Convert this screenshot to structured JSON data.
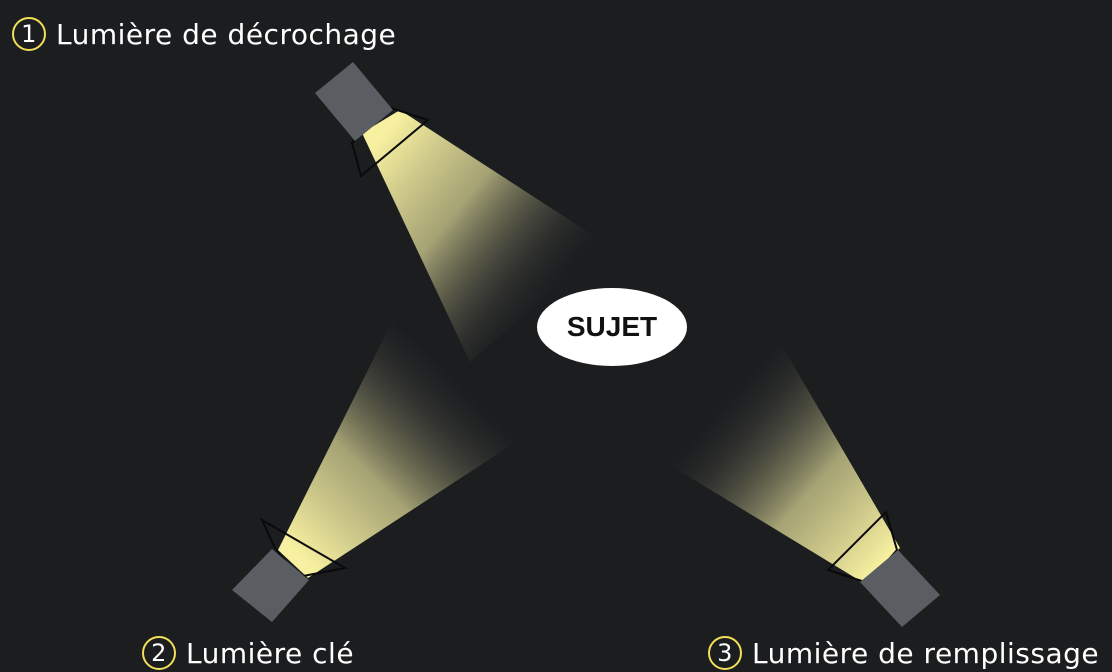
{
  "colors": {
    "background": "#1b1d1f",
    "light_body": "#5a5e62",
    "beam": "#f7f0a0",
    "badge_border": "#f2df57",
    "subject_fill": "#ffffff"
  },
  "subject": {
    "label": "SUJET"
  },
  "lights": [
    {
      "number": "1",
      "label": "Lumière de décrochage"
    },
    {
      "number": "2",
      "label": "Lumière clé"
    },
    {
      "number": "3",
      "label": "Lumière de remplissage"
    }
  ]
}
